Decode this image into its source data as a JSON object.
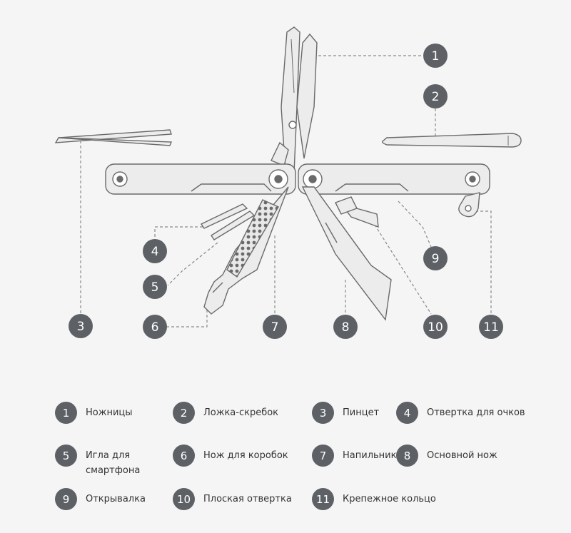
{
  "callouts": [
    "1",
    "2",
    "3",
    "4",
    "5",
    "6",
    "7",
    "8",
    "9",
    "10",
    "11"
  ],
  "legend": [
    {
      "num": "1",
      "label": "Ножницы"
    },
    {
      "num": "2",
      "label": "Ложка-скребок"
    },
    {
      "num": "3",
      "label": "Пинцет"
    },
    {
      "num": "4",
      "label": "Отвертка для очков"
    },
    {
      "num": "5",
      "label": "Игла для\nсмартфона"
    },
    {
      "num": "6",
      "label": "Нож для коробок"
    },
    {
      "num": "7",
      "label": "Напильник"
    },
    {
      "num": "8",
      "label": "Основной нож"
    },
    {
      "num": "9",
      "label": "Открывалка"
    },
    {
      "num": "10",
      "label": "Плоская отвертка"
    },
    {
      "num": "11",
      "label": "Крепежное кольцо"
    }
  ],
  "colors": {
    "background": "#f5f5f5",
    "badge": "#5d6166",
    "tool_fill": "#ececec",
    "tool_stroke": "#6a6a6a",
    "leader": "#888888"
  }
}
